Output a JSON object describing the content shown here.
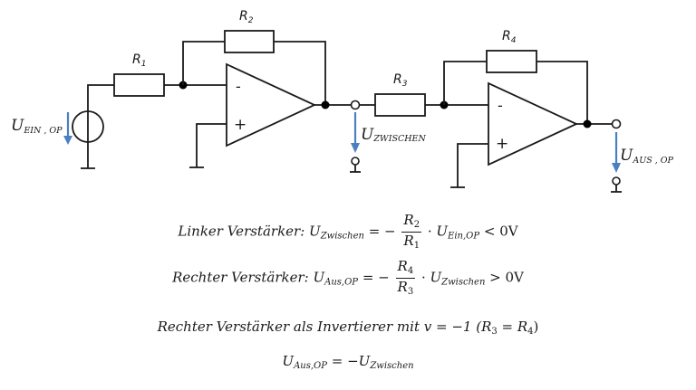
{
  "circuit": {
    "title": "Zwei invertierende Verstärker in Reihe",
    "components": {
      "r1": {
        "label": "R",
        "index": "1"
      },
      "r2": {
        "label": "R",
        "index": "2"
      },
      "r3": {
        "label": "R",
        "index": "3"
      },
      "r4": {
        "label": "R",
        "index": "4"
      }
    },
    "opamps": {
      "left": {
        "minus": "-",
        "plus": "+"
      },
      "right": {
        "minus": "-",
        "plus": "+"
      }
    },
    "voltages": {
      "input": {
        "label": "U",
        "sub": "EIN , OP"
      },
      "intermediate": {
        "label": "U",
        "sub": "ZWISCHEN"
      },
      "output": {
        "label": "U",
        "sub": "AUS , OP"
      }
    },
    "colors": {
      "wire": "#1a1a1a",
      "arrow": "#4a7fc1",
      "background": "#ffffff"
    }
  },
  "formulas": {
    "f1": {
      "prefix": "Linker Verstärker: ",
      "lhs_main": "U",
      "lhs_sub": "Zwischen",
      "eq": " = −",
      "num_main": "R",
      "num_sub": "2",
      "den_main": "R",
      "den_sub": "1",
      "dot": " · ",
      "rhs_main": "U",
      "rhs_sub": "Ein,OP",
      "tail": " < 0V"
    },
    "f2": {
      "prefix": "Rechter Verstärker: ",
      "lhs_main": "U",
      "lhs_sub": "Aus,OP",
      "eq": " = −",
      "num_main": "R",
      "num_sub": "4",
      "den_main": "R",
      "den_sub": "3",
      "dot": " · ",
      "rhs_main": "U",
      "rhs_sub": "Zwischen",
      "tail": " > 0V"
    },
    "f3": {
      "text": "Rechter Verstärker als Invertierer mit v = −1 (",
      "r3_main": "R",
      "r3_sub": "3",
      "mid": " = ",
      "r4_main": "R",
      "r4_sub": "4",
      "close": ")"
    },
    "f4": {
      "lhs_main": "U",
      "lhs_sub": "Aus,OP",
      "eq": " = −",
      "rhs_main": "U",
      "rhs_sub": "Zwischen"
    }
  }
}
